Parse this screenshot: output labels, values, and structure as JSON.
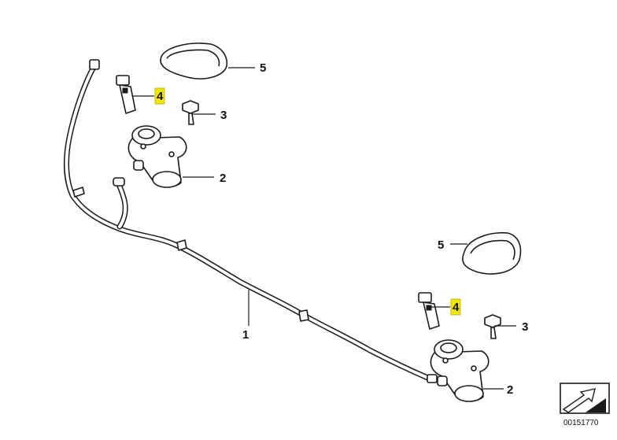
{
  "callouts": {
    "hose": "1",
    "pump_left": "2",
    "pump_right": "2",
    "screw_left": "3",
    "screw_right": "3",
    "nozzle_left": "4",
    "nozzle_right": "4",
    "cover_left": "5",
    "cover_right": "5"
  },
  "highlight_color": "#f2e600",
  "diagram_number": "00151770",
  "icons": {
    "corner_symbol": "arrow-corner-icon"
  }
}
